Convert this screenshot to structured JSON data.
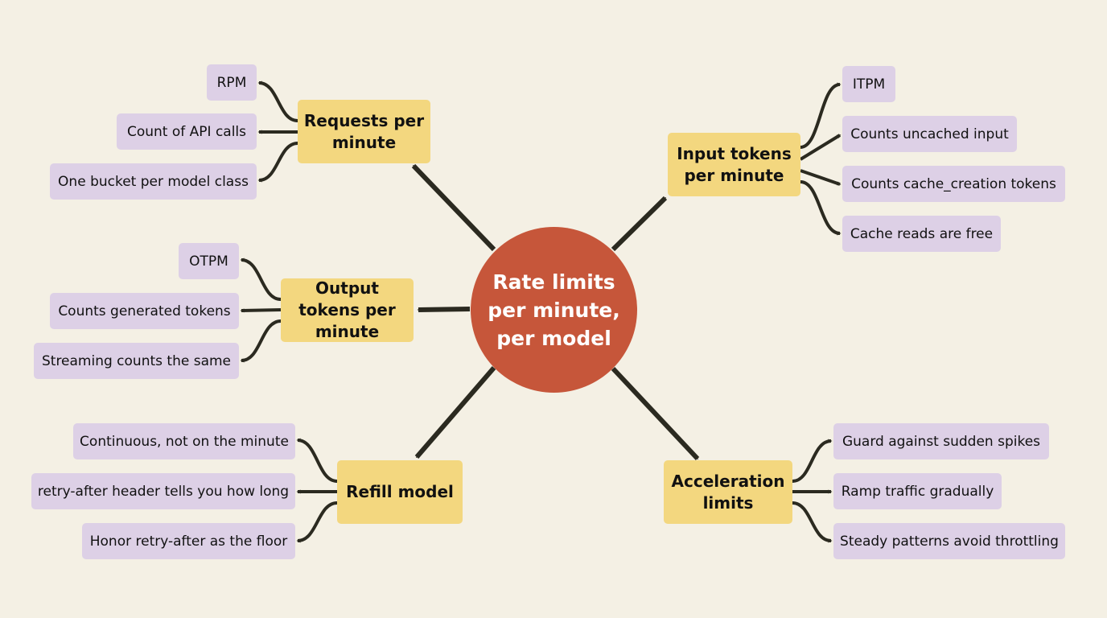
{
  "colors": {
    "background": "#f4f0e4",
    "center": "#c6563a",
    "branch": "#f3d77f",
    "leaf": "#ddd0e6",
    "arrow": "#2b2a20"
  },
  "center": {
    "label": "Rate limits per minute, per model"
  },
  "branches": [
    {
      "id": "requests",
      "label": "Requests per minute",
      "leaves": [
        {
          "label": "RPM"
        },
        {
          "label": "Count of API calls"
        },
        {
          "label": "One bucket per model class"
        }
      ]
    },
    {
      "id": "output",
      "label": "Output tokens per minute",
      "leaves": [
        {
          "label": "OTPM"
        },
        {
          "label": "Counts generated tokens"
        },
        {
          "label": "Streaming counts the same"
        }
      ]
    },
    {
      "id": "refill",
      "label": "Refill model",
      "leaves": [
        {
          "label": "Continuous, not on the minute"
        },
        {
          "label": "retry-after header tells you how long"
        },
        {
          "label": "Honor retry-after as the floor"
        }
      ]
    },
    {
      "id": "input",
      "label": "Input tokens per minute",
      "leaves": [
        {
          "label": "ITPM"
        },
        {
          "label": "Counts uncached input"
        },
        {
          "label": "Counts cache_creation tokens"
        },
        {
          "label": "Cache reads are free"
        }
      ]
    },
    {
      "id": "acceleration",
      "label": "Acceleration limits",
      "leaves": [
        {
          "label": "Guard against sudden spikes"
        },
        {
          "label": "Ramp traffic gradually"
        },
        {
          "label": "Steady patterns avoid throttling"
        }
      ]
    }
  ]
}
